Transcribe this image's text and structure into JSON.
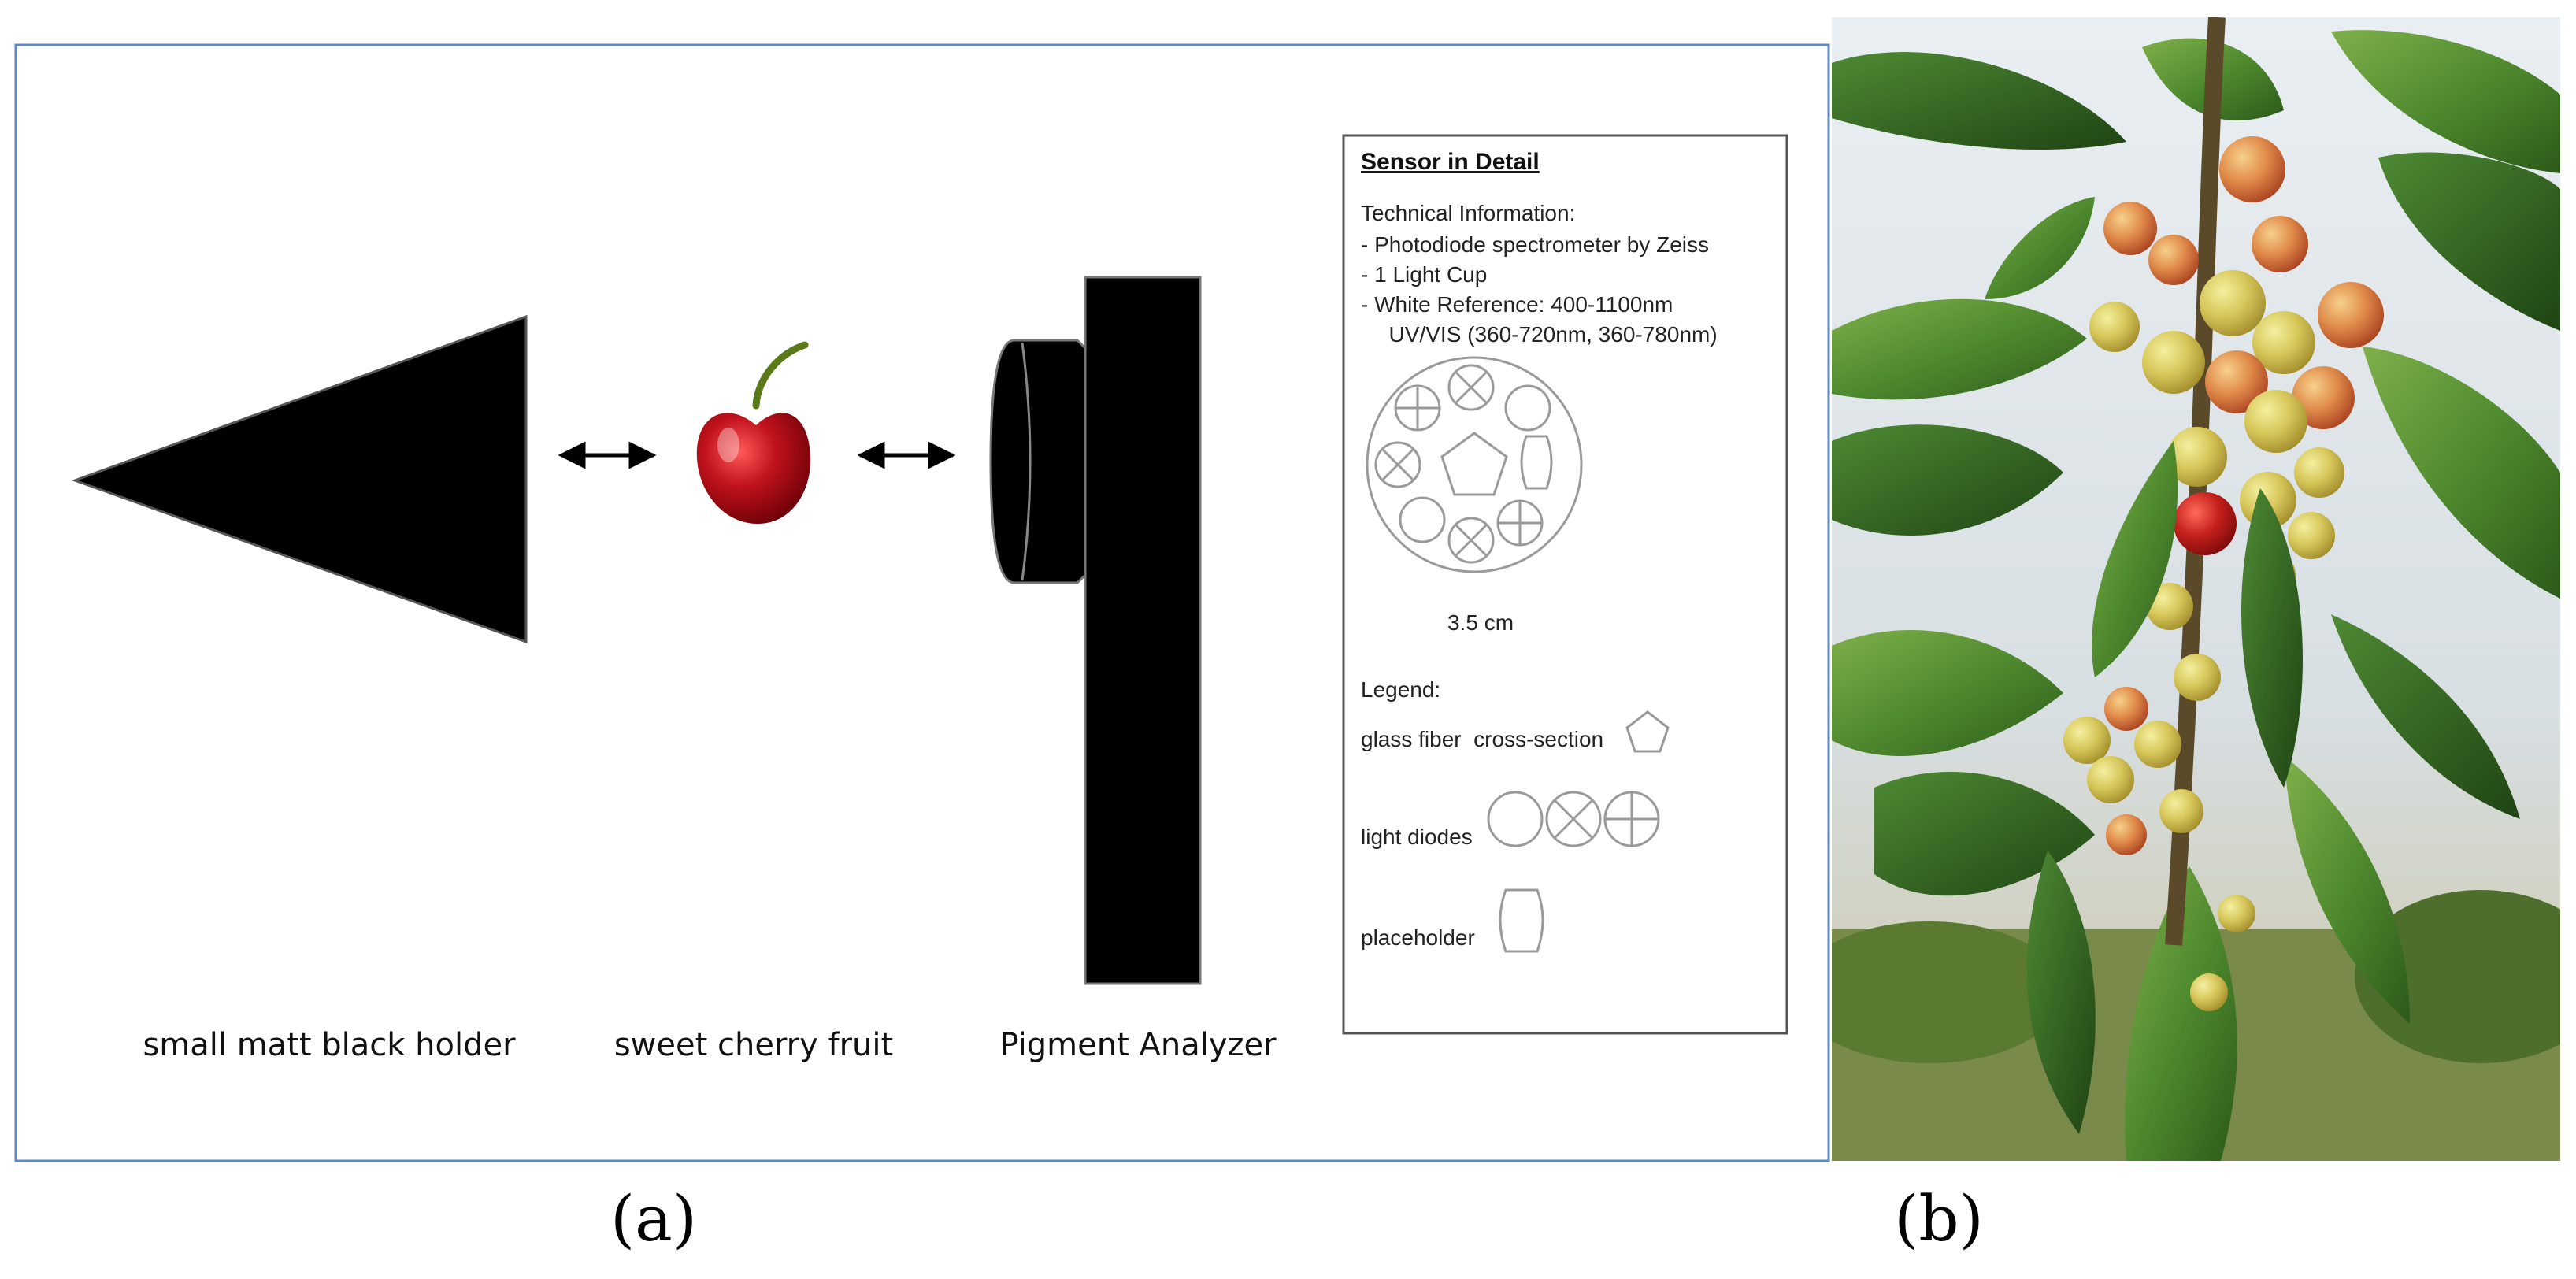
{
  "panel_a": {
    "label": "(a)",
    "components": {
      "holder": "small matt black holder",
      "fruit": "sweet cherry fruit",
      "analyzer": "Pigment Analyzer"
    }
  },
  "sensor_detail": {
    "title": "Sensor in Detail",
    "tech_heading": "Technical Information:",
    "tech_lines": [
      "- Photodiode spectrometer by Zeiss",
      "-  1 Light Cup",
      "- White Reference:  400-1100nm",
      "  UV/VIS (360-720nm, 360-780nm)"
    ],
    "diameter": "3.5 cm",
    "legend_heading": "Legend:",
    "legend_fiber": "glass fiber  cross-section",
    "legend_diodes": "light diodes",
    "legend_placeholder": "placeholder"
  },
  "panel_b": {
    "label": "(b)"
  },
  "colors": {
    "frame_border": "#5b8ac5",
    "black": "#000000",
    "cherry_red": "#c0121b",
    "leaf_green": "#3f7a2a",
    "sky": "#dfe8ee",
    "sensor_stroke": "#9a9a9a"
  }
}
